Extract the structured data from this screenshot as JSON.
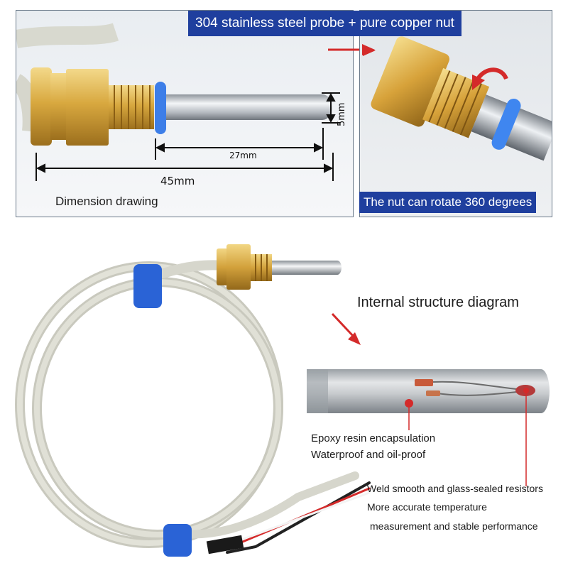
{
  "banners": {
    "top": "304 stainless steel probe + pure copper nut",
    "bottom": "The nut can rotate 360 degrees"
  },
  "dimension": {
    "caption": "Dimension drawing",
    "total_length": "45mm",
    "probe_length": "27mm",
    "diameter": "5mm"
  },
  "internal": {
    "title": "Internal structure diagram",
    "epoxy_line1": "Epoxy resin encapsulation",
    "epoxy_line2": "Waterproof and oil-proof",
    "weld_line1": "Weld smooth and glass-sealed resistors",
    "weld_line2": "More accurate temperature",
    "weld_line3": "measurement and stable performance"
  },
  "colors": {
    "banner": "#1f3f9e",
    "brass": "#d4a53a",
    "steel": "#c9cdd2",
    "cable": "#d9d9cf",
    "tape": "#2a63d6",
    "arrow": "#d42a2a"
  }
}
